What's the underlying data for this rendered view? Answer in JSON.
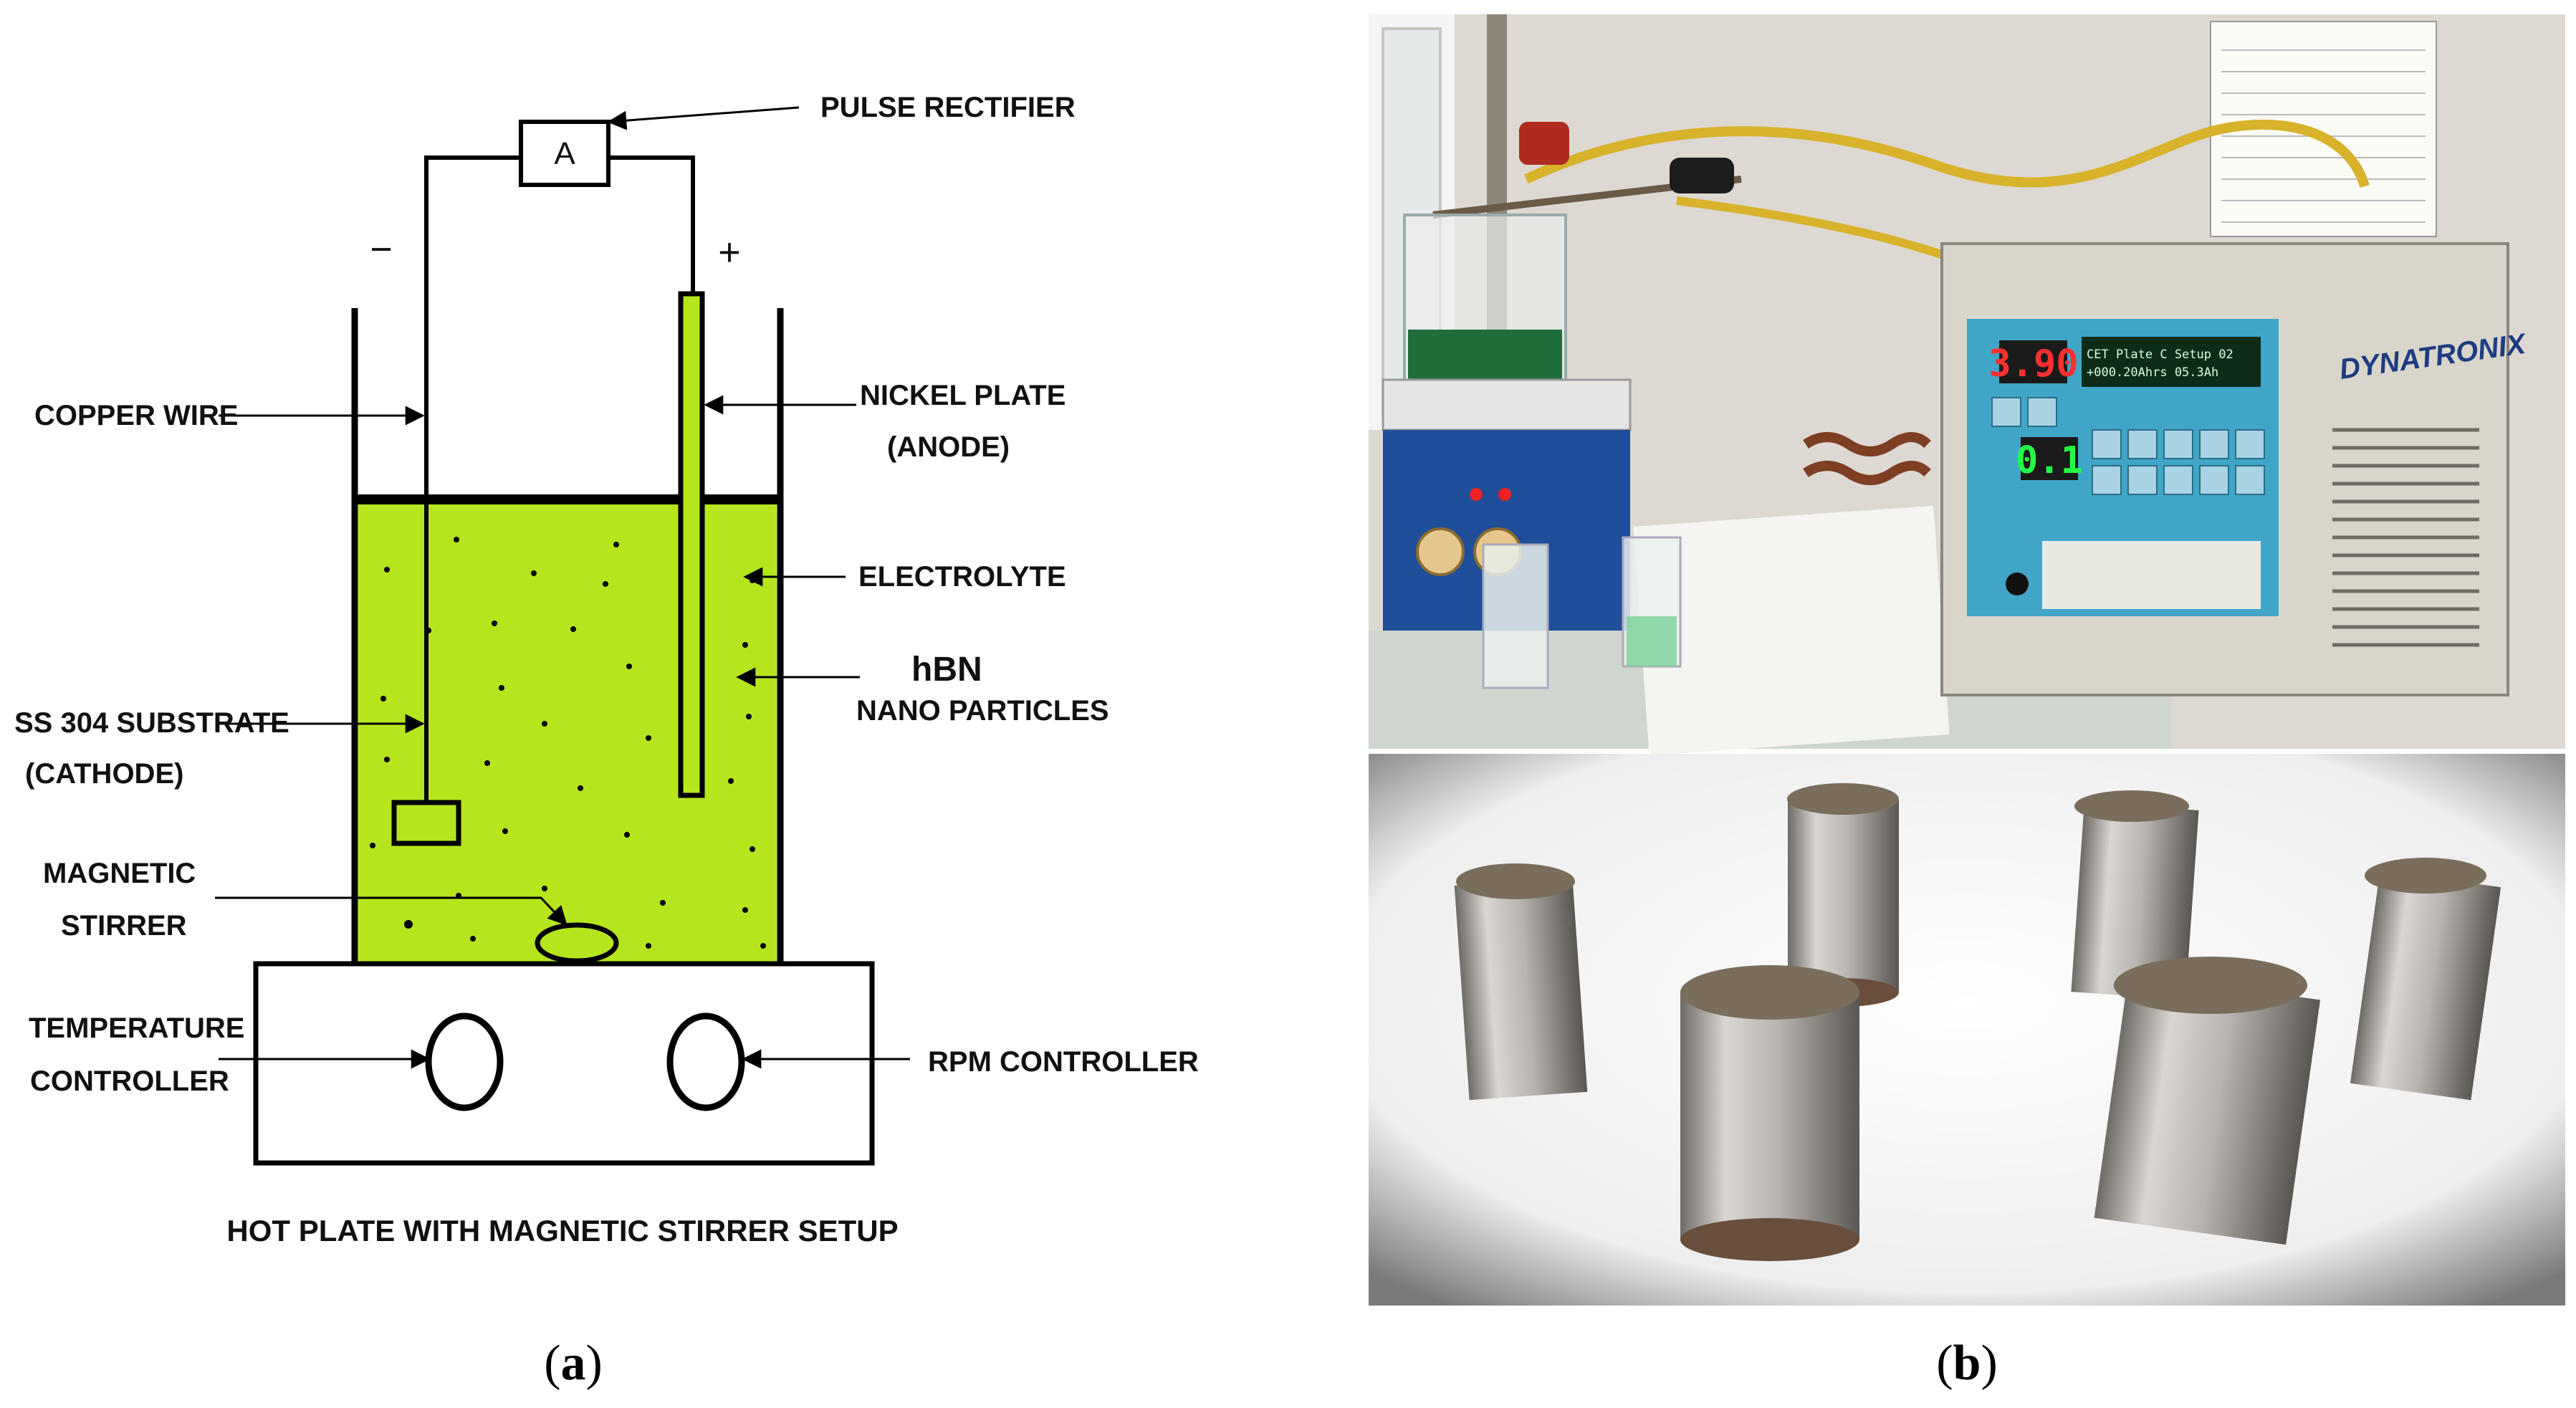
{
  "panel_a": {
    "meter_symbol": "A",
    "minus_sign": "−",
    "plus_sign": "+",
    "labels": {
      "pulse_rectifier": "PULSE RECTIFIER",
      "copper_wire": "COPPER WIRE",
      "nickel_plate": "NICKEL PLATE",
      "anode": "(ANODE)",
      "electrolyte": "ELECTROLYTE",
      "hbn": "hBN",
      "nano_particles": "NANO PARTICLES",
      "substrate": "SS 304 SUBSTRATE",
      "cathode": "(CATHODE)",
      "magnetic": "MAGNETIC",
      "stirrer": "STIRRER",
      "temperature": "TEMPERATURE",
      "controller": "CONTROLLER",
      "rpm_controller": "RPM CONTROLLER"
    },
    "caption": "HOT PLATE WITH MAGNETIC STIRRER SETUP",
    "colors": {
      "electrolyte": "#b5e61d",
      "line": "#000000"
    }
  },
  "panel_b": {
    "display_red": "3.90",
    "display_green": "0.1",
    "lcd_line1": "CET Plate C  Setup 02",
    "lcd_line2": "+000.20Ahrs 05.3Ah",
    "brand": "DYNATRONIX",
    "colors": {
      "instrument_panel": "#3fa6c8",
      "electrolyte_glass": "#1f6e3c"
    }
  },
  "captions": {
    "a": "a",
    "b": "b"
  }
}
